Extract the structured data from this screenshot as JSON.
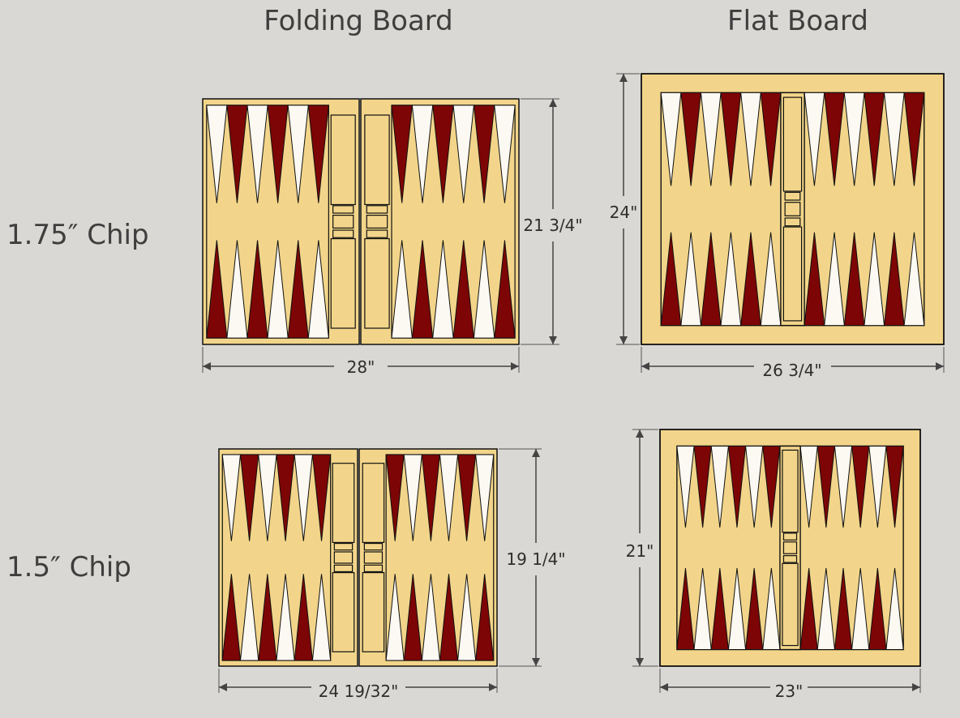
{
  "headers": {
    "folding": "Folding Board",
    "flat": "Flat Board"
  },
  "rows": {
    "large": "1.75″ Chip",
    "small": "1.5″ Chip"
  },
  "dimensions": {
    "folding_large_width": "28\"",
    "folding_large_height": "21 3/4\"",
    "flat_large_width": "26 3/4\"",
    "flat_large_height": "24\"",
    "folding_small_width": "24 19/32\"",
    "folding_small_height": "19 1/4\"",
    "flat_small_width": "23\"",
    "flat_small_height": "21\""
  },
  "colors": {
    "background": "#d9d8d4",
    "wood": "#f2d58a",
    "point_dark": "#7d0505",
    "point_light": "#fbf9f2",
    "outline": "#111111",
    "dimension_line": "#444444"
  },
  "points_per_quadrant": 6
}
